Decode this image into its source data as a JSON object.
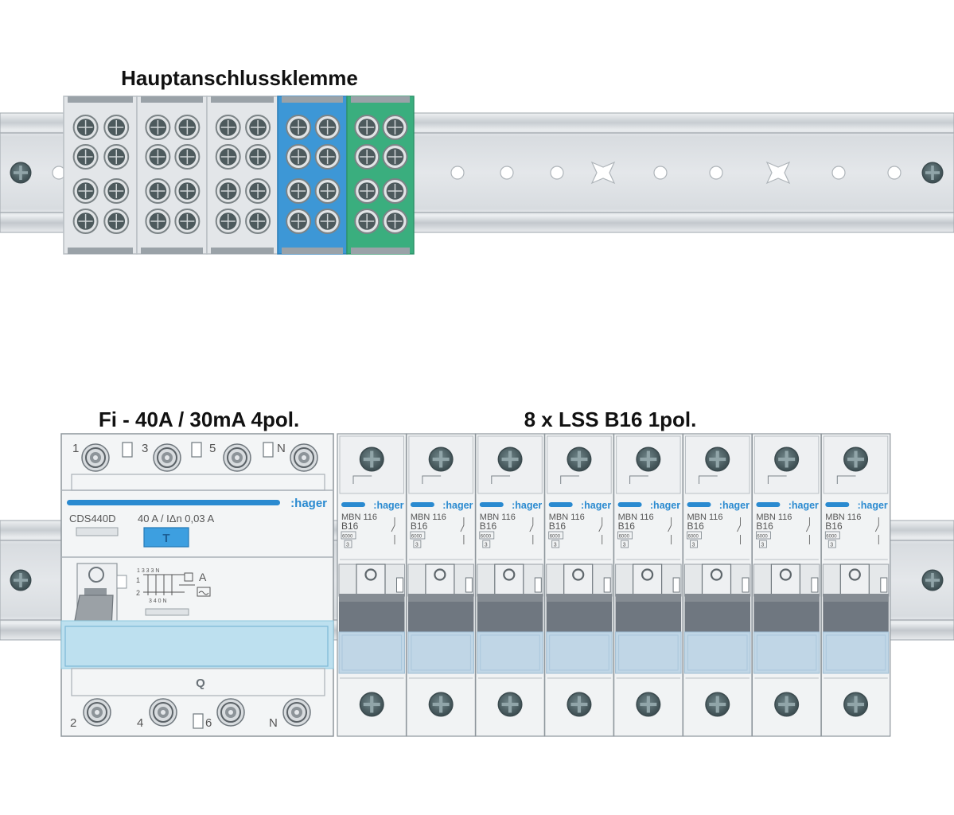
{
  "colors": {
    "rail": "#c9ced3",
    "terminal_grey": "#e3e6e9",
    "terminal_blue": "#3d97d6",
    "terminal_green": "#3aae7e",
    "brand_blue": "#2a8ad0",
    "window_blue": "#bde0ef",
    "mcb_window": "#c0d6e6",
    "mcb_handle": "#6f7780"
  },
  "terminal_block": {
    "title": "Hauptanschlussklemme",
    "modules": [
      {
        "color": "grey"
      },
      {
        "color": "grey"
      },
      {
        "color": "grey"
      },
      {
        "color": "blue"
      },
      {
        "color": "green"
      }
    ]
  },
  "rcd": {
    "title": "Fi - 40A / 30mA 4pol.",
    "top_terminals": [
      "1",
      "3",
      "5",
      "N"
    ],
    "bottom_terminals": [
      "2",
      "4",
      "6",
      "N"
    ],
    "brand": ":hager",
    "model": "CDS440D",
    "rating": "40 A / IΔn 0,03 A",
    "test_button": "T",
    "type_mark": "A",
    "front_label": "Q",
    "schematic_top": "1  3 3 3 N",
    "schematic_bottom": "3 4 0 N",
    "schematic_side": "1",
    "schematic_side2": "2"
  },
  "mcb_group": {
    "title": "8 x LSS B16 1pol.",
    "count": 8,
    "brand": ":hager",
    "model": "MBN 116",
    "rating": "B16",
    "capacity": "6000",
    "class": "3"
  }
}
